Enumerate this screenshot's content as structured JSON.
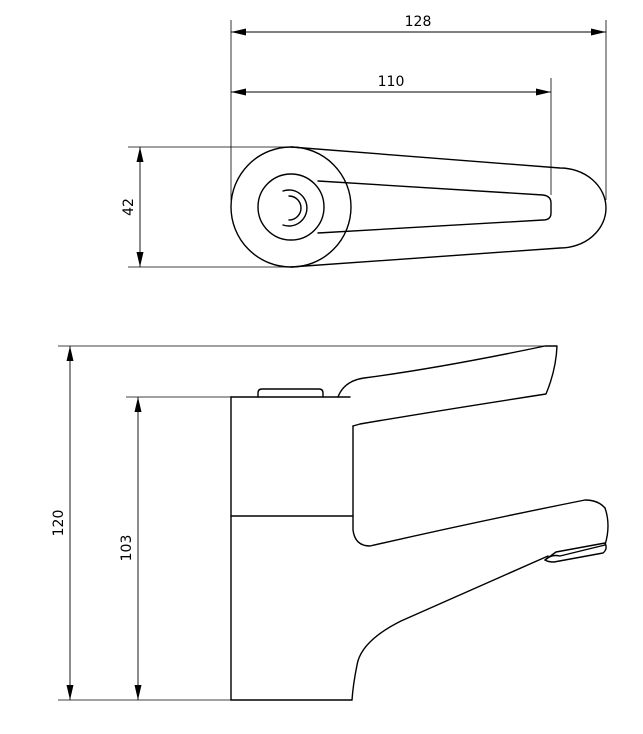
{
  "dimensions": {
    "top_view_total_length": "128",
    "top_view_lever_length": "110",
    "top_view_width": "42",
    "side_view_total_height": "120",
    "side_view_body_height": "103"
  }
}
